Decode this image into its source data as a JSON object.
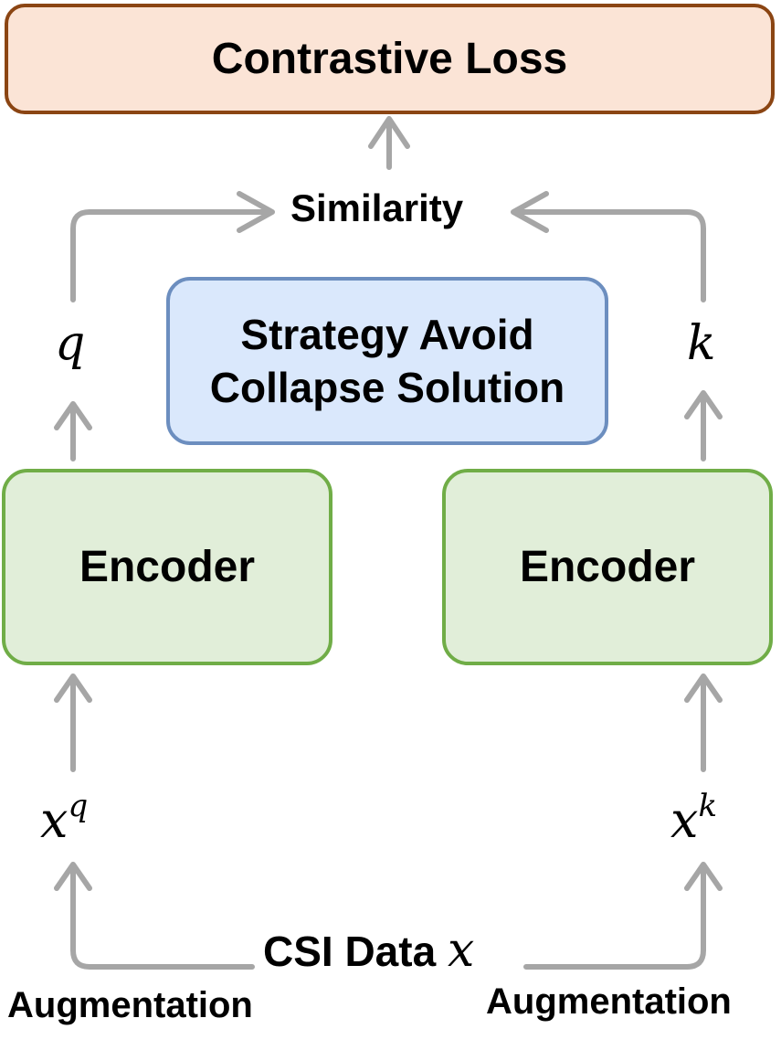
{
  "diagram": {
    "loss_label": "Contrastive Loss",
    "similarity_label": "Similarity",
    "strategy_line1": "Strategy Avoid",
    "strategy_line2": "Collapse Solution",
    "encoder_left_label": "Encoder",
    "encoder_right_label": "Encoder",
    "q_label": "q",
    "k_label": "k",
    "xq_base": "x",
    "xq_sup": "q",
    "xk_base": "x",
    "xk_sup": "k",
    "csi_label": "CSI Data",
    "csi_var": "x",
    "aug_left_label": "Augmentation",
    "aug_right_label": "Augmentation"
  },
  "colors": {
    "arrow": "#a6a6a6",
    "loss_fill": "#fbe4d6",
    "loss_border": "#8b4513",
    "strategy_fill": "#dae8fc",
    "strategy_border": "#6c8ebf",
    "encoder_fill": "#e1eed9",
    "encoder_border": "#70ad47"
  }
}
